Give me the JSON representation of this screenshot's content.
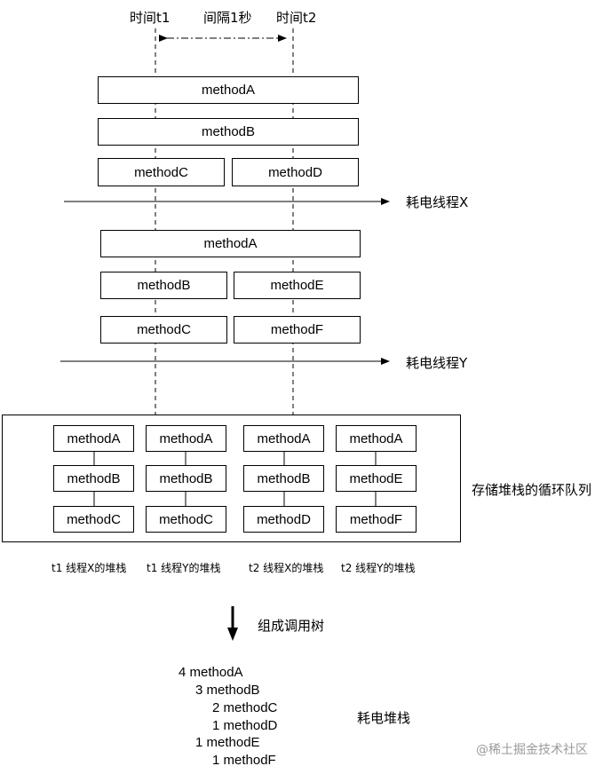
{
  "header": {
    "time_t1": "时间t1",
    "interval": "间隔1秒",
    "time_t2": "时间t2"
  },
  "thread_x": {
    "row1": [
      "methodA"
    ],
    "row2": [
      "methodB"
    ],
    "row3": [
      "methodC",
      "methodD"
    ],
    "label": "耗电线程X"
  },
  "thread_y": {
    "row1": [
      "methodA"
    ],
    "row2": [
      "methodB",
      "methodE"
    ],
    "row3": [
      "methodC",
      "methodF"
    ],
    "label": "耗电线程Y"
  },
  "queue": {
    "label": "存储堆栈的循环队列",
    "stacks": [
      {
        "frames": [
          "methodA",
          "methodB",
          "methodC"
        ],
        "caption": "t1 线程X的堆栈"
      },
      {
        "frames": [
          "methodA",
          "methodB",
          "methodC"
        ],
        "caption": "t1 线程Y的堆栈"
      },
      {
        "frames": [
          "methodA",
          "methodB",
          "methodD"
        ],
        "caption": "t2 线程X的堆栈"
      },
      {
        "frames": [
          "methodA",
          "methodE",
          "methodF"
        ],
        "caption": "t2 线程Y的堆栈"
      }
    ]
  },
  "compose_label": "组成调用树",
  "tree": {
    "lines": [
      "4 methodA",
      "3 methodB",
      "2 methodC",
      "1 methodD",
      "1 methodE",
      "1 methodF"
    ],
    "label": "耗电堆栈"
  },
  "watermark": "@稀土掘金技术社区"
}
